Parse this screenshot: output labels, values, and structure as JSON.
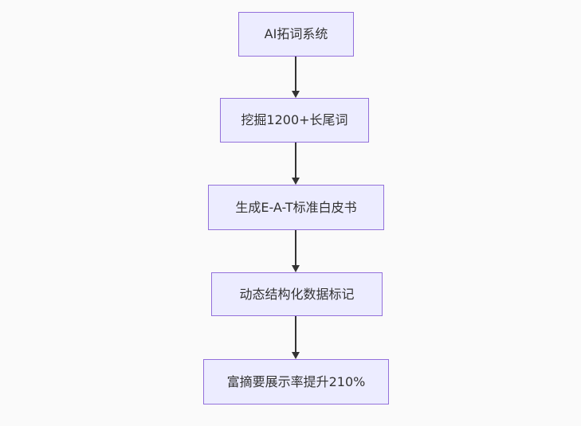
{
  "diagram": {
    "type": "flowchart",
    "direction": "top-down",
    "nodes": [
      {
        "id": "n1",
        "label": "AI拓词系统"
      },
      {
        "id": "n2",
        "label": "挖掘1200+长尾词"
      },
      {
        "id": "n3",
        "label": "生成E-A-T标准白皮书"
      },
      {
        "id": "n4",
        "label": "动态结构化数据标记"
      },
      {
        "id": "n5",
        "label": "富摘要展示率提升210%"
      }
    ],
    "edges": [
      {
        "from": "n1",
        "to": "n2"
      },
      {
        "from": "n2",
        "to": "n3"
      },
      {
        "from": "n3",
        "to": "n4"
      },
      {
        "from": "n4",
        "to": "n5"
      }
    ],
    "colors": {
      "background": "#fafafa",
      "node_fill": "#ececff",
      "node_border": "#9370db",
      "node_text": "#333333",
      "edge": "#333333"
    }
  }
}
